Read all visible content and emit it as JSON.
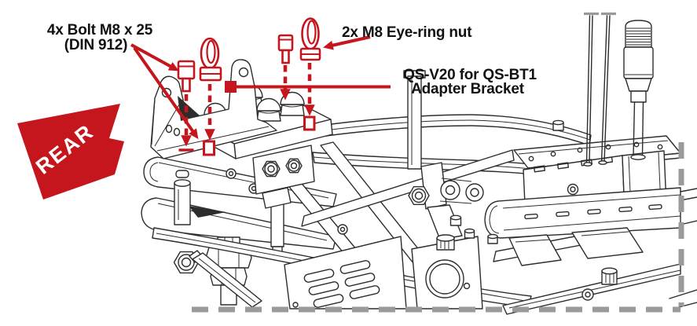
{
  "diagram": {
    "labels": {
      "bolt_line1": "4x Bolt M8 x 25",
      "bolt_line2": "(DIN 912)",
      "eyering": "2x M8 Eye-ring nut",
      "bracket_line1": "QS-V20 for QS-BT1",
      "bracket_line2": "Adapter Bracket",
      "rear": "REAR"
    },
    "hardware": {
      "bolt_count": "4x",
      "bolt_spec": "M8 x 25",
      "bolt_standard": "DIN 912",
      "eyering_count": "2x",
      "eyering_spec": "M8",
      "bracket_model": "QS-V20",
      "bracket_target": "QS-BT1"
    },
    "colors": {
      "annotation_red": "#c4161c",
      "label_text": "#111111",
      "line_art": "#2d2d2d",
      "cutoff_gray": "#9a9a9a",
      "rear_text": "#ffffff",
      "background": "#ffffff"
    }
  }
}
